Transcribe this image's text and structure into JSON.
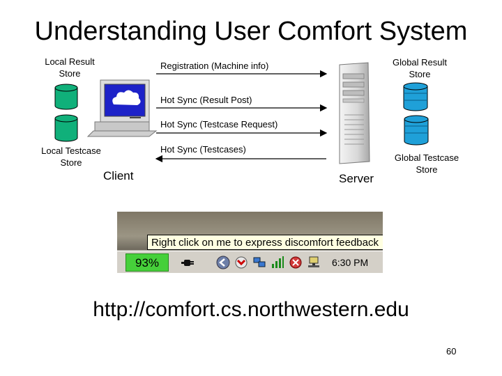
{
  "title": "Understanding User Comfort System",
  "labels": {
    "local_result_store": [
      "Local Result",
      "Store"
    ],
    "local_testcase_store": [
      "Local Testcase",
      "Store"
    ],
    "global_result_store": [
      "Global Result",
      "Store"
    ],
    "global_testcase_store": [
      "Global Testcase",
      "Store"
    ],
    "client": "Client",
    "server": "Server"
  },
  "arrows": [
    {
      "label": "Registration (Machine info)",
      "direction": "to-server"
    },
    {
      "label": "Hot Sync (Result Post)",
      "direction": "to-server"
    },
    {
      "label": "Hot Sync (Testcase Request)",
      "direction": "to-server"
    },
    {
      "label": "Hot Sync (Testcases)",
      "direction": "to-client"
    }
  ],
  "screenshot": {
    "tooltip": "Right click on me to express discomfort feedback",
    "percent": "93%",
    "clock": "6:30 PM"
  },
  "url": "http://comfort.cs.northwestern.edu",
  "page_number": "60",
  "colors": {
    "db_fill_green": "#10b07a",
    "db_fill_blue": "#1fa0d8",
    "arrow": "#000000",
    "percent_bg": "#46d03a",
    "tooltip_bg": "#ffffe1"
  }
}
